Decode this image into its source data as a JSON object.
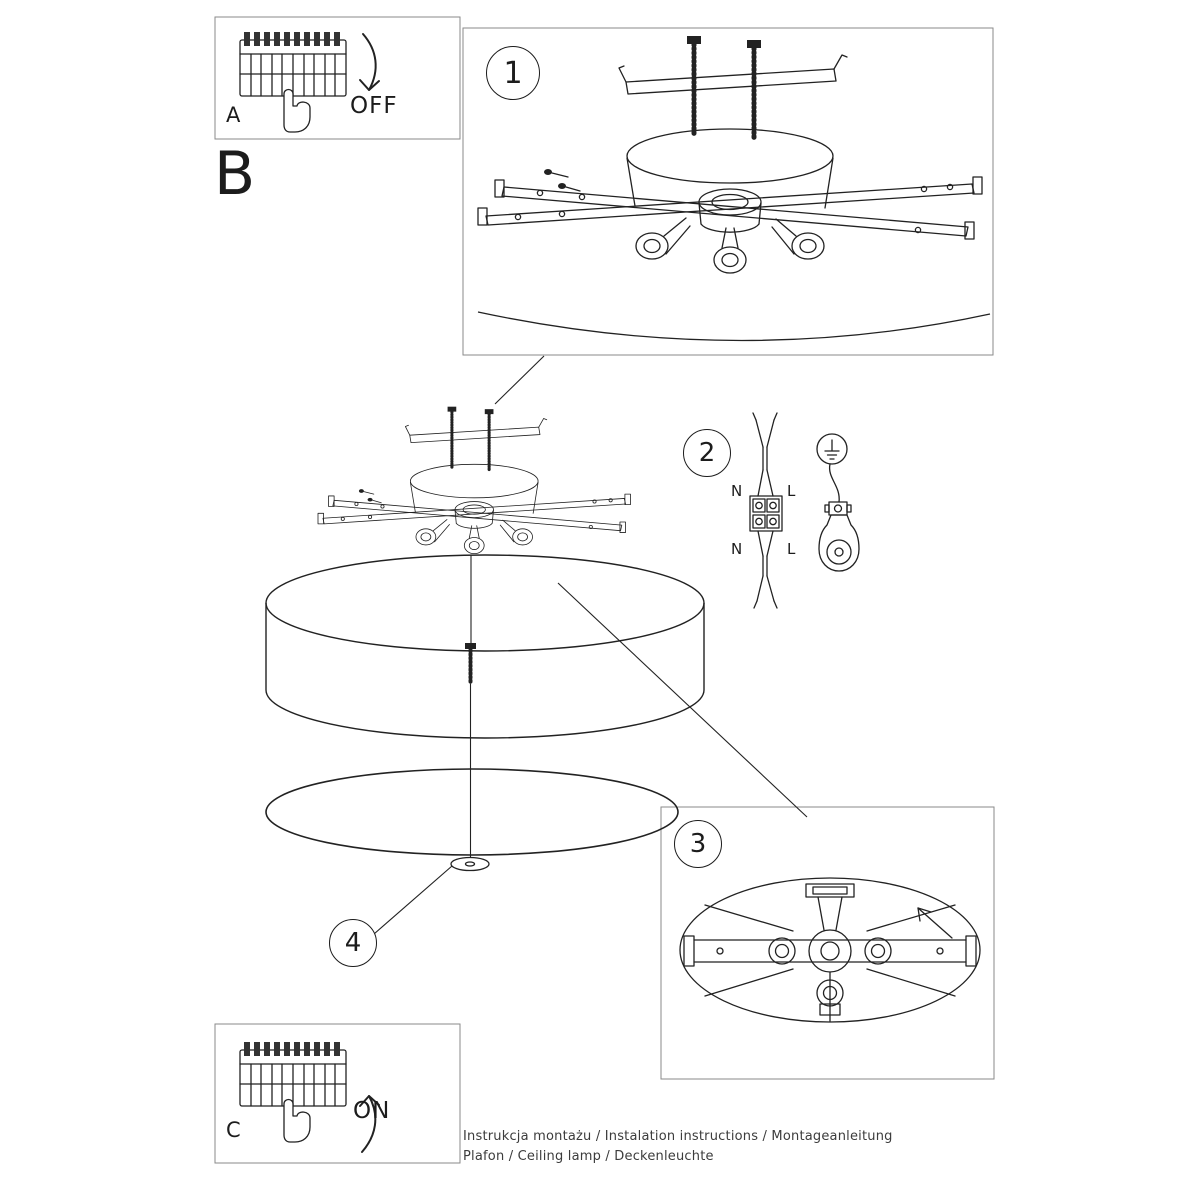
{
  "panels": {
    "a": {
      "label": "A",
      "action": "OFF"
    },
    "b": {
      "label": "B"
    },
    "c": {
      "label": "C",
      "action": "ON"
    }
  },
  "steps": [
    "1",
    "2",
    "3",
    "4"
  ],
  "wiring": {
    "n_top": "N",
    "l_top": "L",
    "n_bottom": "N",
    "l_bottom": "L"
  },
  "footer": {
    "line1": "Instrukcja montażu / Instalation instructions / Montageanleitung",
    "line2": "Plafon / Ceiling lamp / Deckenleuchte"
  },
  "colors": {
    "line": "#222222",
    "box_border": "#8a8a8a",
    "background": "#ffffff"
  }
}
